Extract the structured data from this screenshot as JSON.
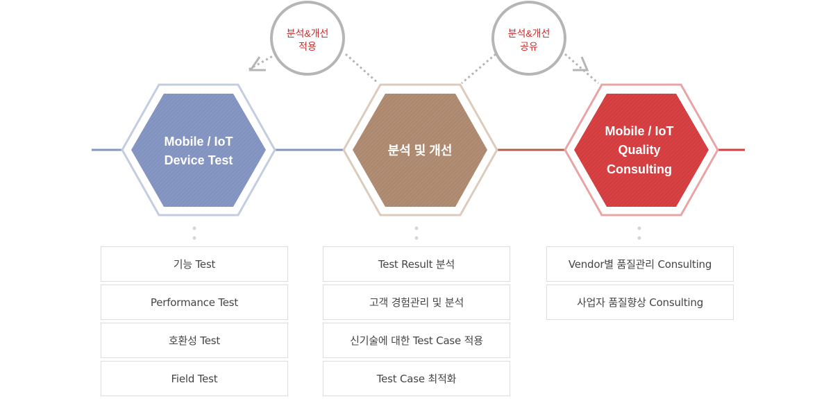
{
  "bubbles": {
    "left": {
      "line1": "분석&개선",
      "line2": "적용"
    },
    "right": {
      "line1": "분석&개선",
      "line2": "공유"
    }
  },
  "hexagons": {
    "device_test": {
      "line1": "Mobile / IoT",
      "line2": "Device Test"
    },
    "analysis": {
      "line1": "분석 및 개선"
    },
    "consulting": {
      "line1": "Mobile / IoT",
      "line2": "Quality",
      "line3": "Consulting"
    }
  },
  "lists": {
    "device_test": [
      "기능 Test",
      "Performance Test",
      "호환성 Test",
      "Field Test"
    ],
    "analysis": [
      "Test Result 분석",
      "고객 경험관리 및 분석",
      "신기술에 대한 Test Case 적용",
      "Test Case 최적화"
    ],
    "consulting": [
      "Vendor별 품질관리 Consulting",
      "사업자 품질향상 Consulting"
    ]
  },
  "colors": {
    "blue": "#8595c2",
    "blue_light": "#c4ccdf",
    "brown": "#ad8a70",
    "brown_light": "#dccbbc",
    "red": "#d43d3f",
    "red_light": "#e8a3a4",
    "bubble_text": "#cc2a2a",
    "gray": "#b5b5b5"
  }
}
